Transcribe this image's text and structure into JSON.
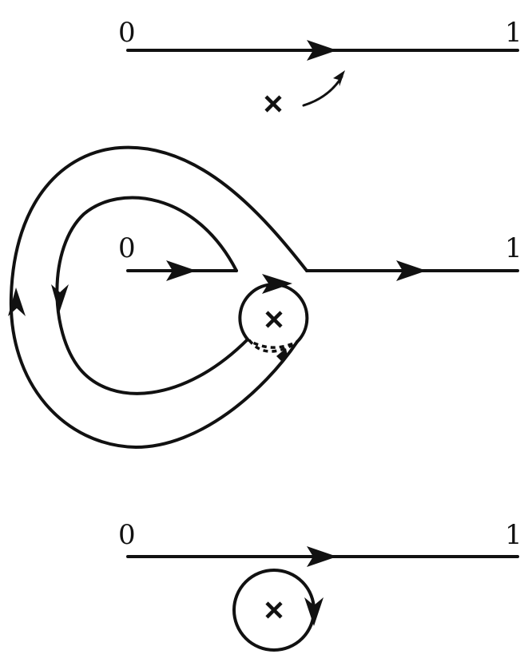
{
  "panels": [
    {
      "start_label": "0",
      "end_label": "1"
    },
    {
      "start_label": "0",
      "end_label": "1"
    },
    {
      "start_label": "0",
      "end_label": "1"
    }
  ],
  "icons": {
    "pole": "cross-mark-icon",
    "direction": "arrowhead-icon"
  },
  "colors": {
    "ink": "#111111",
    "background": "#ffffff"
  }
}
